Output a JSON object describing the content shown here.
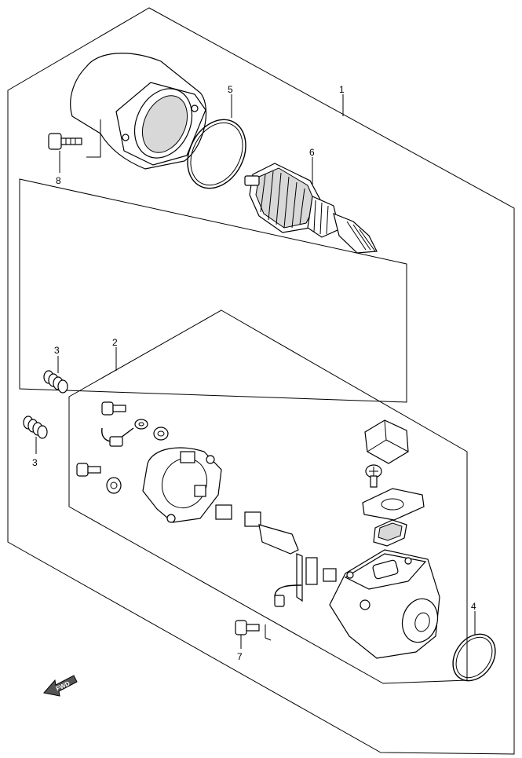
{
  "callouts": {
    "c1": "1",
    "c2": "2",
    "c3a": "3",
    "c3b": "3",
    "c4": "4",
    "c5": "5",
    "c6": "6",
    "c7": "7",
    "c8": "8"
  },
  "fwd_label": "FWD"
}
